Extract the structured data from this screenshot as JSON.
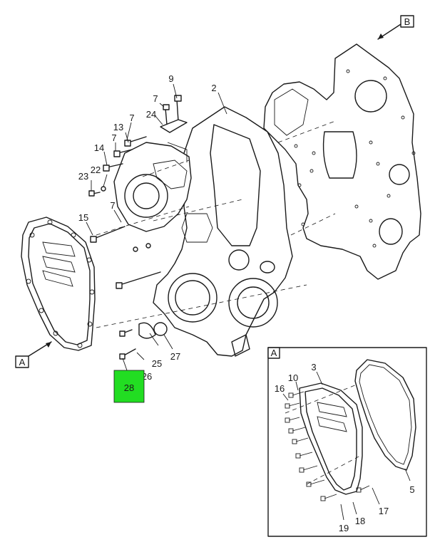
{
  "labels": {
    "p2": "2",
    "p3": "3",
    "p5": "5",
    "p7a": "7",
    "p7b": "7",
    "p7c": "7",
    "p7d": "7",
    "p9": "9",
    "p10": "10",
    "p13": "13",
    "p14": "14",
    "p15": "15",
    "p16": "16",
    "p17": "17",
    "p18": "18",
    "p19": "19",
    "p22": "22",
    "p23": "23",
    "p24": "24",
    "p25": "25",
    "p26": "26",
    "p27": "27"
  },
  "callouts": {
    "a": "A",
    "b": "B",
    "detail_a": "A"
  },
  "highlight": {
    "label": "28",
    "color": "#22dd22"
  }
}
